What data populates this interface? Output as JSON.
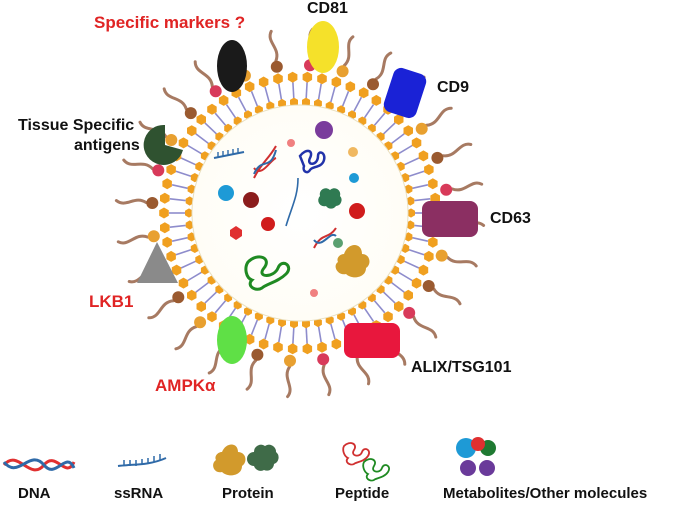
{
  "labels": {
    "specific_markers": "Specific markers ?",
    "cd81": "CD81",
    "cd9": "CD9",
    "tissue_line1": "Tissue Specific",
    "tissue_line2": "antigens",
    "cd63": "CD63",
    "lkb1": "LKB1",
    "ampk": "AMPKα",
    "alix": "ALIX/TSG101"
  },
  "legend": {
    "dna": "DNA",
    "ssrna": "ssRNA",
    "protein": "Protein",
    "peptide": "Peptide",
    "metabolites": "Metabolites/Other molecules"
  },
  "colors": {
    "label_red": "#e02424",
    "cd81": "#f5e12a",
    "cd9": "#1a22d6",
    "cd63": "#8b2f62",
    "specific_marker": "#1a1a1a",
    "tissue_antigen": "#2f5230",
    "lkb1": "#8a8a8a",
    "ampk": "#5fe046",
    "alix": "#e8173d",
    "lipid_head": "#f0a020",
    "lipid_tail": "#8e8ccc",
    "tail_strand": "#a77a62"
  }
}
